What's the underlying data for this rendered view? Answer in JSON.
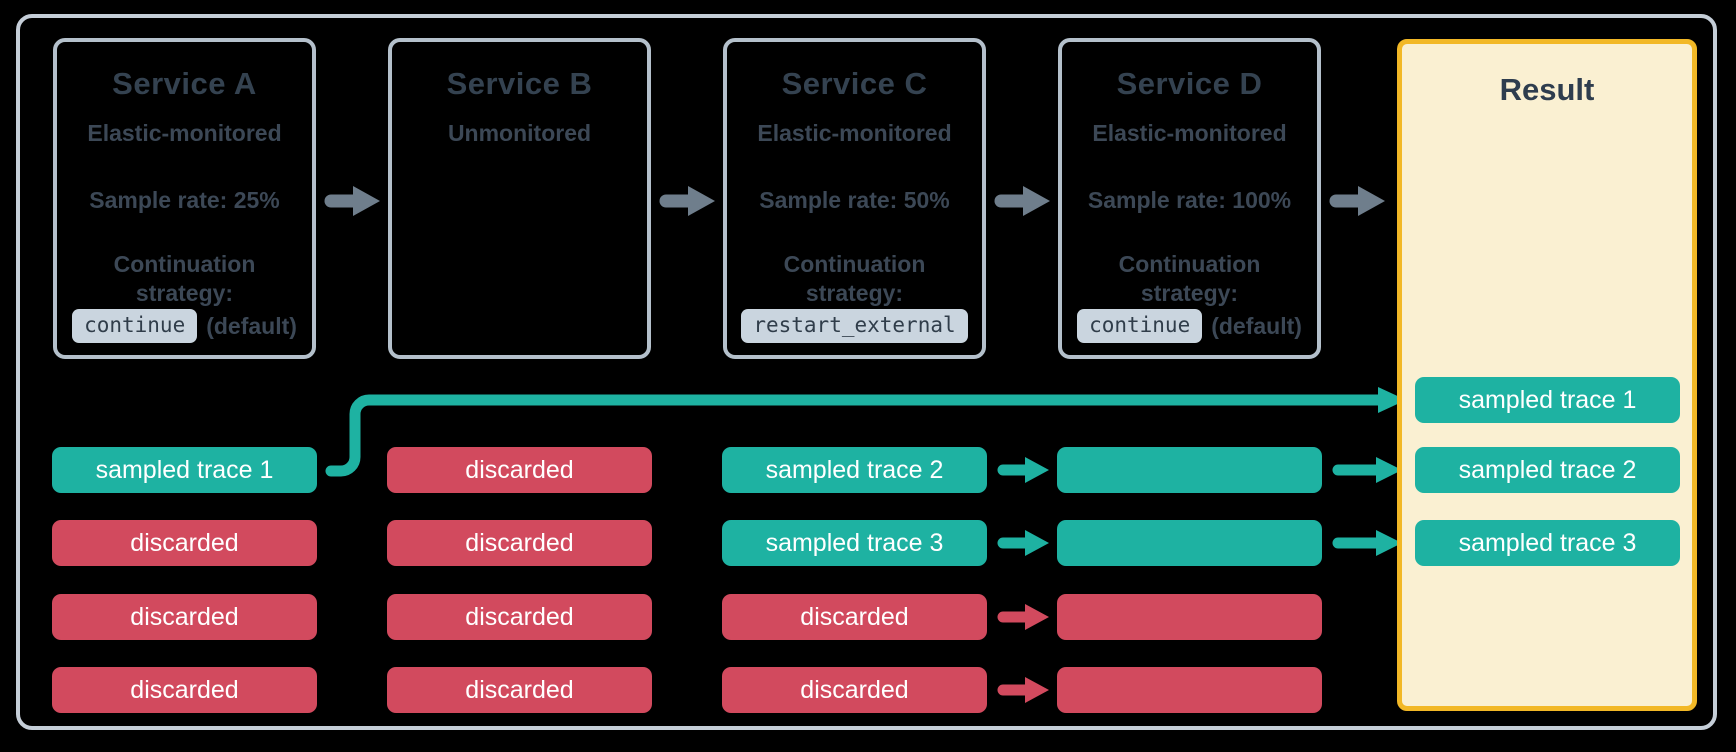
{
  "services": [
    {
      "name": "Service A",
      "monitoring": "Elastic-monitored",
      "sample_rate": "Sample rate: 25%",
      "continuation_line1": "Continuation",
      "continuation_line2": "strategy:",
      "strategy": "continue",
      "strategy_suffix": "(default)"
    },
    {
      "name": "Service B",
      "monitoring": "Unmonitored"
    },
    {
      "name": "Service C",
      "monitoring": "Elastic-monitored",
      "sample_rate": "Sample rate: 50%",
      "continuation_line1": "Continuation",
      "continuation_line2": "strategy:",
      "strategy": "restart_external",
      "strategy_suffix": ""
    },
    {
      "name": "Service D",
      "monitoring": "Elastic-monitored",
      "sample_rate": "Sample rate: 100%",
      "continuation_line1": "Continuation",
      "continuation_line2": "strategy:",
      "strategy": "continue",
      "strategy_suffix": "(default)"
    }
  ],
  "trace_columns": [
    {
      "service": "Service A",
      "pills": [
        {
          "label": "sampled trace 1",
          "status": "sampled"
        },
        {
          "label": "discarded",
          "status": "discarded"
        },
        {
          "label": "discarded",
          "status": "discarded"
        },
        {
          "label": "discarded",
          "status": "discarded"
        }
      ]
    },
    {
      "service": "Service B",
      "pills": [
        {
          "label": "discarded",
          "status": "discarded"
        },
        {
          "label": "discarded",
          "status": "discarded"
        },
        {
          "label": "discarded",
          "status": "discarded"
        },
        {
          "label": "discarded",
          "status": "discarded"
        }
      ]
    },
    {
      "service": "Service C",
      "pills": [
        {
          "label": "sampled trace 2",
          "status": "sampled"
        },
        {
          "label": "sampled trace 3",
          "status": "sampled"
        },
        {
          "label": "discarded",
          "status": "discarded"
        },
        {
          "label": "discarded",
          "status": "discarded"
        }
      ]
    },
    {
      "service": "Service D",
      "pills": [
        {
          "label": "",
          "status": "sampled"
        },
        {
          "label": "",
          "status": "sampled"
        },
        {
          "label": "",
          "status": "discarded"
        },
        {
          "label": "",
          "status": "discarded"
        }
      ]
    }
  ],
  "result": {
    "title": "Result",
    "pills": [
      {
        "label": "sampled trace 1",
        "status": "sampled"
      },
      {
        "label": "sampled trace 2",
        "status": "sampled"
      },
      {
        "label": "sampled trace 3",
        "status": "sampled"
      }
    ]
  },
  "colors": {
    "sampled_teal": "#1eb2a2",
    "discarded_red": "#d24a5e",
    "result_fill": "#faf0d2",
    "result_border": "#f2b826",
    "frame_border": "#c5ced8",
    "service_border": "#b4c0cb",
    "flow_arrow_gray": "#6f7e8c",
    "ink": "#344250",
    "badge_bg": "#cad5df"
  }
}
